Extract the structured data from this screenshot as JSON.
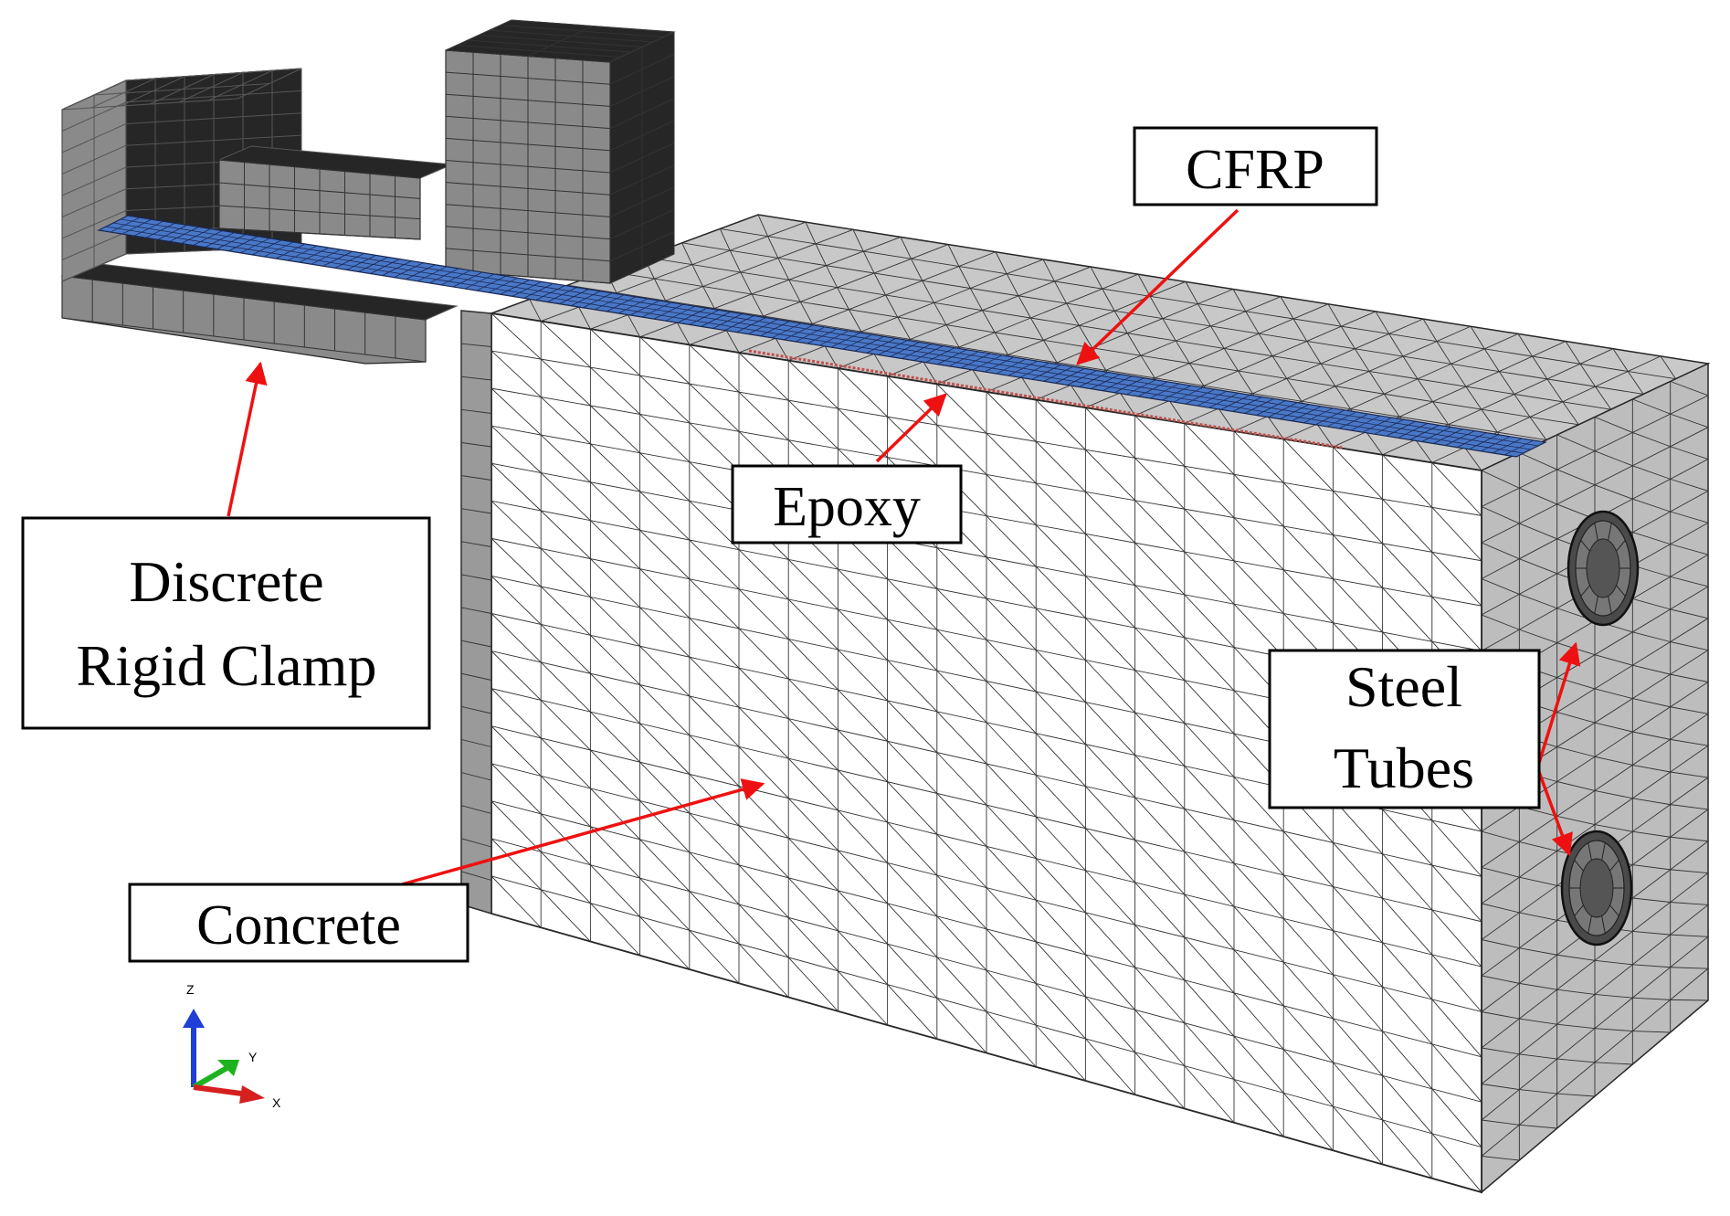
{
  "labels": {
    "cfrp": "CFRP",
    "epoxy": "Epoxy",
    "clamp_line1": "Discrete",
    "clamp_line2": "Rigid Clamp",
    "steel_line1": "Steel",
    "steel_line2": "Tubes",
    "concrete": "Concrete"
  },
  "triad": {
    "z": "Z",
    "y": "Y",
    "x": "X"
  },
  "colors": {
    "cfrp": "#4a78c8",
    "clamp_dark": "#262626",
    "clamp_gray": "#8a8a8a",
    "concrete_front": "#ffffff",
    "concrete_top": "#c8c8c8",
    "concrete_side": "#bdbdbd",
    "arrow": "#ee1111",
    "axis_z": "#1f3fd6",
    "axis_y": "#1eb21e",
    "axis_x": "#d61f1f"
  }
}
